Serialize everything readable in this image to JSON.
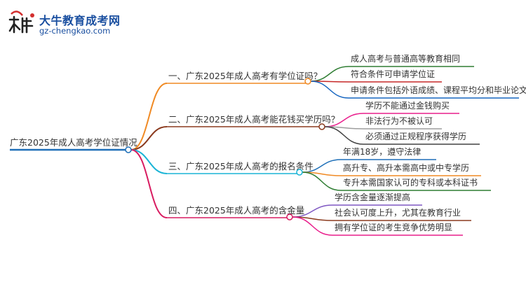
{
  "logo": {
    "name": "大牛教育成考网",
    "url": "gz-chengkao.com",
    "colors": {
      "text": "#1a4fa0",
      "accent": "#d32f2f"
    }
  },
  "mindmap": {
    "root": {
      "label": "广东2025年成人高考学位证情况",
      "color": "#1e6fb8"
    },
    "branches": [
      {
        "label": "一、广东2025年成人高考有学位证吗？",
        "color": "#f08a24",
        "leaves": [
          {
            "label": "成人高考与普通高等教育相同",
            "color": "#2e7d32"
          },
          {
            "label": "符合条件可申请学位证",
            "color": "#c62828"
          },
          {
            "label": "申请条件包括外语成绩、课程平均分和毕业论文",
            "color": "#1565c0"
          }
        ]
      },
      {
        "label": "二、广东2025年成人高考能花钱买学历吗？",
        "color": "#8b3a1e",
        "leaves": [
          {
            "label": "学历不能通过金钱购买",
            "color": "#e91e8c"
          },
          {
            "label": "非法行为不被认可",
            "color": "#9e9e9e"
          },
          {
            "label": "必须通过正规程序获得学历",
            "color": "#424242"
          }
        ]
      },
      {
        "label": "三、广东2025年成人高考的报名条件",
        "color": "#1ab4d6",
        "leaves": [
          {
            "label": "年满18岁，遵守法律",
            "color": "#1e6fb8"
          },
          {
            "label": "高升专、高升本需高中或中专学历",
            "color": "#f08a24"
          },
          {
            "label": "专升本需国家认可的专科或本科证书",
            "color": "#2e7d32"
          }
        ]
      },
      {
        "label": "四、广东2025年成人高考的含金量",
        "color": "#d81b60",
        "leaves": [
          {
            "label": "学历含金量逐渐提高",
            "color": "#7e57c2"
          },
          {
            "label": "社会认可度上升，尤其在教育行业",
            "color": "#8b3a1e"
          },
          {
            "label": "拥有学位证的考生竞争优势明显",
            "color": "#e91e8c"
          }
        ]
      }
    ]
  }
}
